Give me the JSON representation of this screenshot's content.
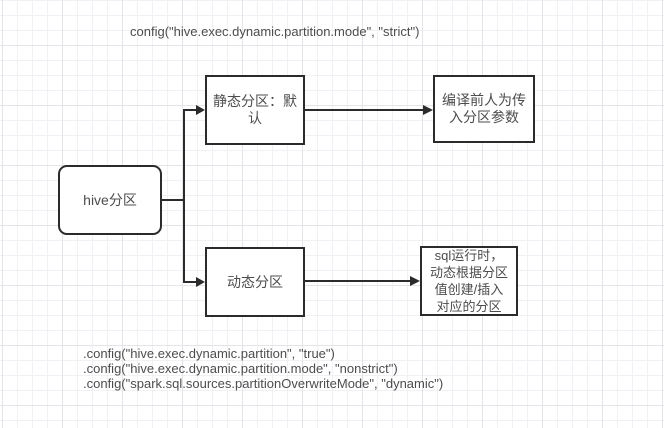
{
  "canvas": {
    "top_note": "config(\"hive.exec.dynamic.partition.mode\", \"strict\")",
    "bottom_notes": [
      ".config(\"hive.exec.dynamic.partition\", \"true\")",
      ".config(\"hive.exec.dynamic.partition.mode\", \"nonstrict\")",
      ".config(\"spark.sql.sources.partitionOverwriteMode\", \"dynamic\")"
    ]
  },
  "diagram": {
    "root_node": {
      "label": "hive分区"
    },
    "static_node": {
      "label": [
        "静态分区：默",
        "认"
      ]
    },
    "dynamic_node": {
      "label": "动态分区"
    },
    "static_desc_node": {
      "label": [
        "编译前人为传",
        "入分区参数"
      ]
    },
    "dynamic_desc_node": {
      "label": [
        "sql运行时，",
        "动态根据分区",
        "值创建/插入",
        "对应的分区"
      ]
    }
  },
  "colors": {
    "stroke": "#2b2b2b",
    "text": "#4d4d4d",
    "grid_minor": "#f1f1f5",
    "grid_major": "#e3e3e8"
  }
}
